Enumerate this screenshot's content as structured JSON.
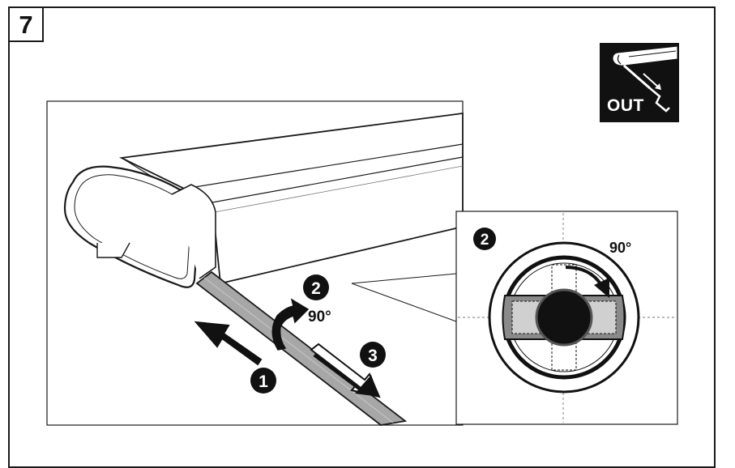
{
  "step_number": "7",
  "mode_icon": {
    "name": "awning-out-icon",
    "label": "OUT"
  },
  "callouts": {
    "step1": "1",
    "step2": "2",
    "step3": "3",
    "rotation": "90°"
  },
  "detail": {
    "step": "2",
    "rotation": "90°"
  },
  "colors": {
    "ink": "#111111",
    "rod": "#a7a7a7",
    "gray": "#8a8a8a"
  }
}
